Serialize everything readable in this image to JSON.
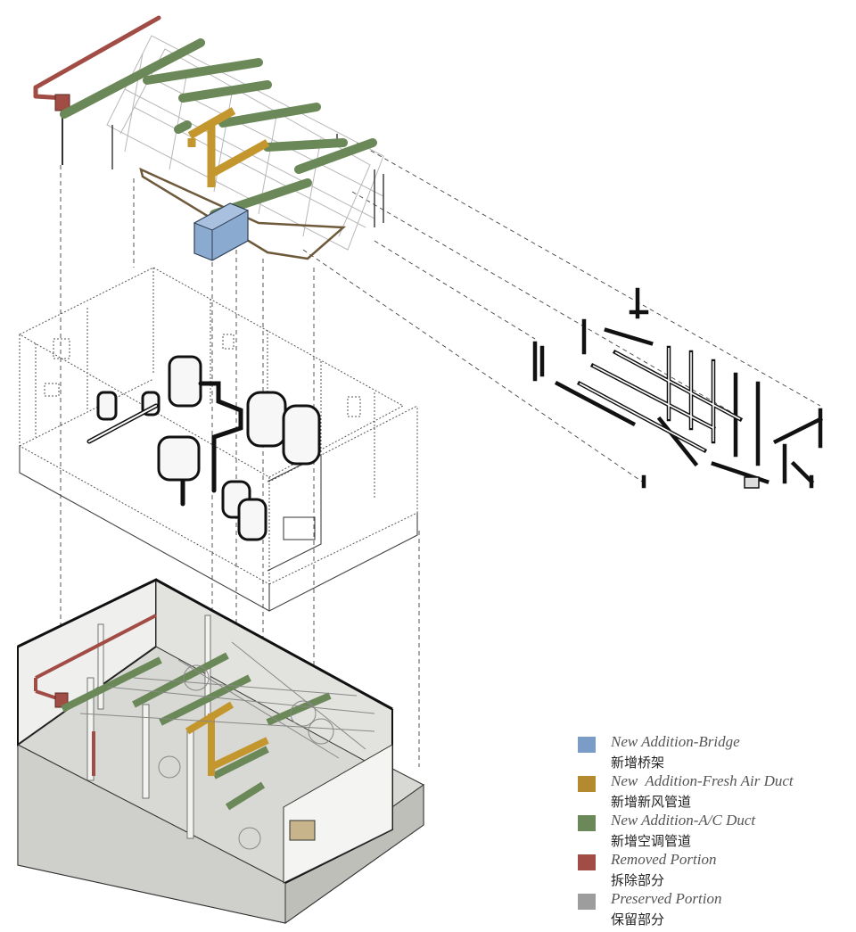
{
  "legend": {
    "items": [
      {
        "en": "New Addition-Bridge",
        "zh": "新增桥架",
        "color": "#7a9cc6"
      },
      {
        "en": "New  Addition-Fresh Air Duct",
        "zh": "新增新风管道",
        "color": "#b38a2e"
      },
      {
        "en": "New Addition-A/C Duct",
        "zh": "新增空调管道",
        "color": "#6b8858"
      },
      {
        "en": "Removed Portion",
        "zh": "拆除部分",
        "color": "#a14c44"
      },
      {
        "en": "Preserved Portion",
        "zh": "保留部分",
        "color": "#9d9d9d"
      }
    ]
  },
  "colors": {
    "bridge": "#8aaad0",
    "fresh_air": "#c4962e",
    "ac": "#6b8858",
    "removed": "#a14c44",
    "preserved": "#9d9d9d",
    "floor": "#d5d5d0"
  }
}
